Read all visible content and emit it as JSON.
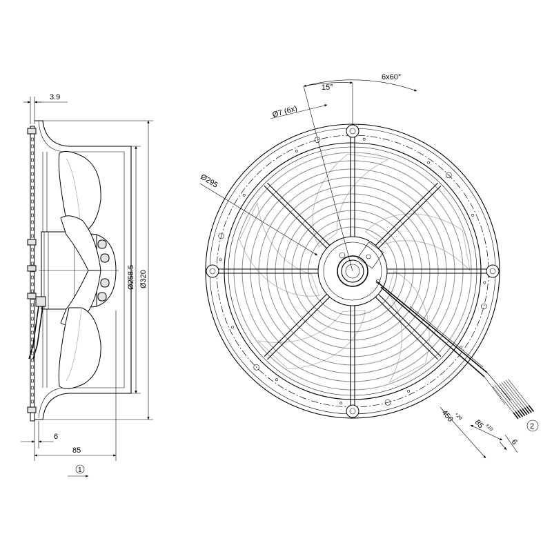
{
  "side_view": {
    "dim_top_offset": "3.9",
    "dim_overall_diameter": "Ø320",
    "dim_inner_diameter": "Ø258.5",
    "dim_bottom_offset": "6",
    "dim_depth": "85",
    "view_marker": "1"
  },
  "front_view": {
    "dim_bolt_circle": "Ø295",
    "dim_holes": "Ø7 (6x)",
    "dim_hole_offset_angle": "15°",
    "dim_hole_spacing_angle": "6x60°",
    "dim_cable_length": "450",
    "dim_cable_length_tol": "+20",
    "dim_strip_length": "85",
    "dim_strip_length_tol": "±10",
    "dim_wire_strip": "6",
    "view_marker": "2"
  }
}
